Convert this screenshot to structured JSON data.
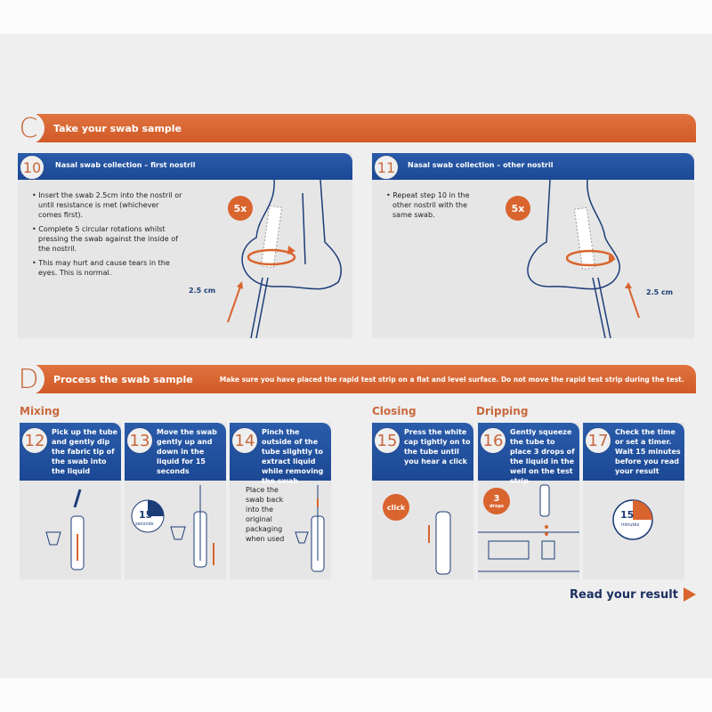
{
  "section_c": {
    "letter": "C",
    "title": "Take your swab sample"
  },
  "step10": {
    "number": "10",
    "title": "Nasal swab collection – first nostril",
    "bullets": [
      "Insert the swab 2.5cm into the nostril or until resistance is met (whichever comes first).",
      "Complete 5 circular rotations whilst pressing the swab against the inside of the nostril.",
      "This may hurt and cause tears in the eyes. This is normal."
    ],
    "badge": "5x",
    "measure": "2.5 cm"
  },
  "step11": {
    "number": "11",
    "title": "Nasal swab collection – other nostril",
    "bullets": [
      "Repeat step 10 in the other nostril with the same swab."
    ],
    "badge": "5x",
    "measure": "2.5 cm"
  },
  "section_d": {
    "letter": "D",
    "title": "Process the swab sample",
    "note": "Make sure you have placed the rapid test strip on a flat and level surface. Do not move the rapid test strip during the test."
  },
  "groups": {
    "mixing": "Mixing",
    "closing": "Closing",
    "dripping": "Dripping"
  },
  "steps": [
    {
      "number": "12",
      "text": "Pick up the tube and gently dip the fabric tip of the swab into the liquid"
    },
    {
      "number": "13",
      "text": "Move the swab gently up and down in the liquid for 15 seconds",
      "timer_value": "15",
      "timer_unit": "seconds"
    },
    {
      "number": "14",
      "text": "Pinch the outside of the tube slightly to extract liquid while removing the swab",
      "note": "Place the swab back into the original packaging when used"
    },
    {
      "number": "15",
      "text": "Press the white cap tightly on to the tube until you hear a click",
      "badge": "click"
    },
    {
      "number": "16",
      "text": "Gently squeeze the tube to place 3 drops of the liquid in the well on the test strip",
      "badge_value": "3",
      "badge_unit": "drops"
    },
    {
      "number": "17",
      "text": "Check the time or set a timer. Wait 15 minutes before you read your result",
      "timer_value": "15",
      "timer_unit": "minutes"
    }
  ],
  "next": {
    "label": "Read your result"
  },
  "colors": {
    "orange": "#d9642e",
    "blue": "#1f4e9c",
    "panel": "#e6e6e6"
  }
}
